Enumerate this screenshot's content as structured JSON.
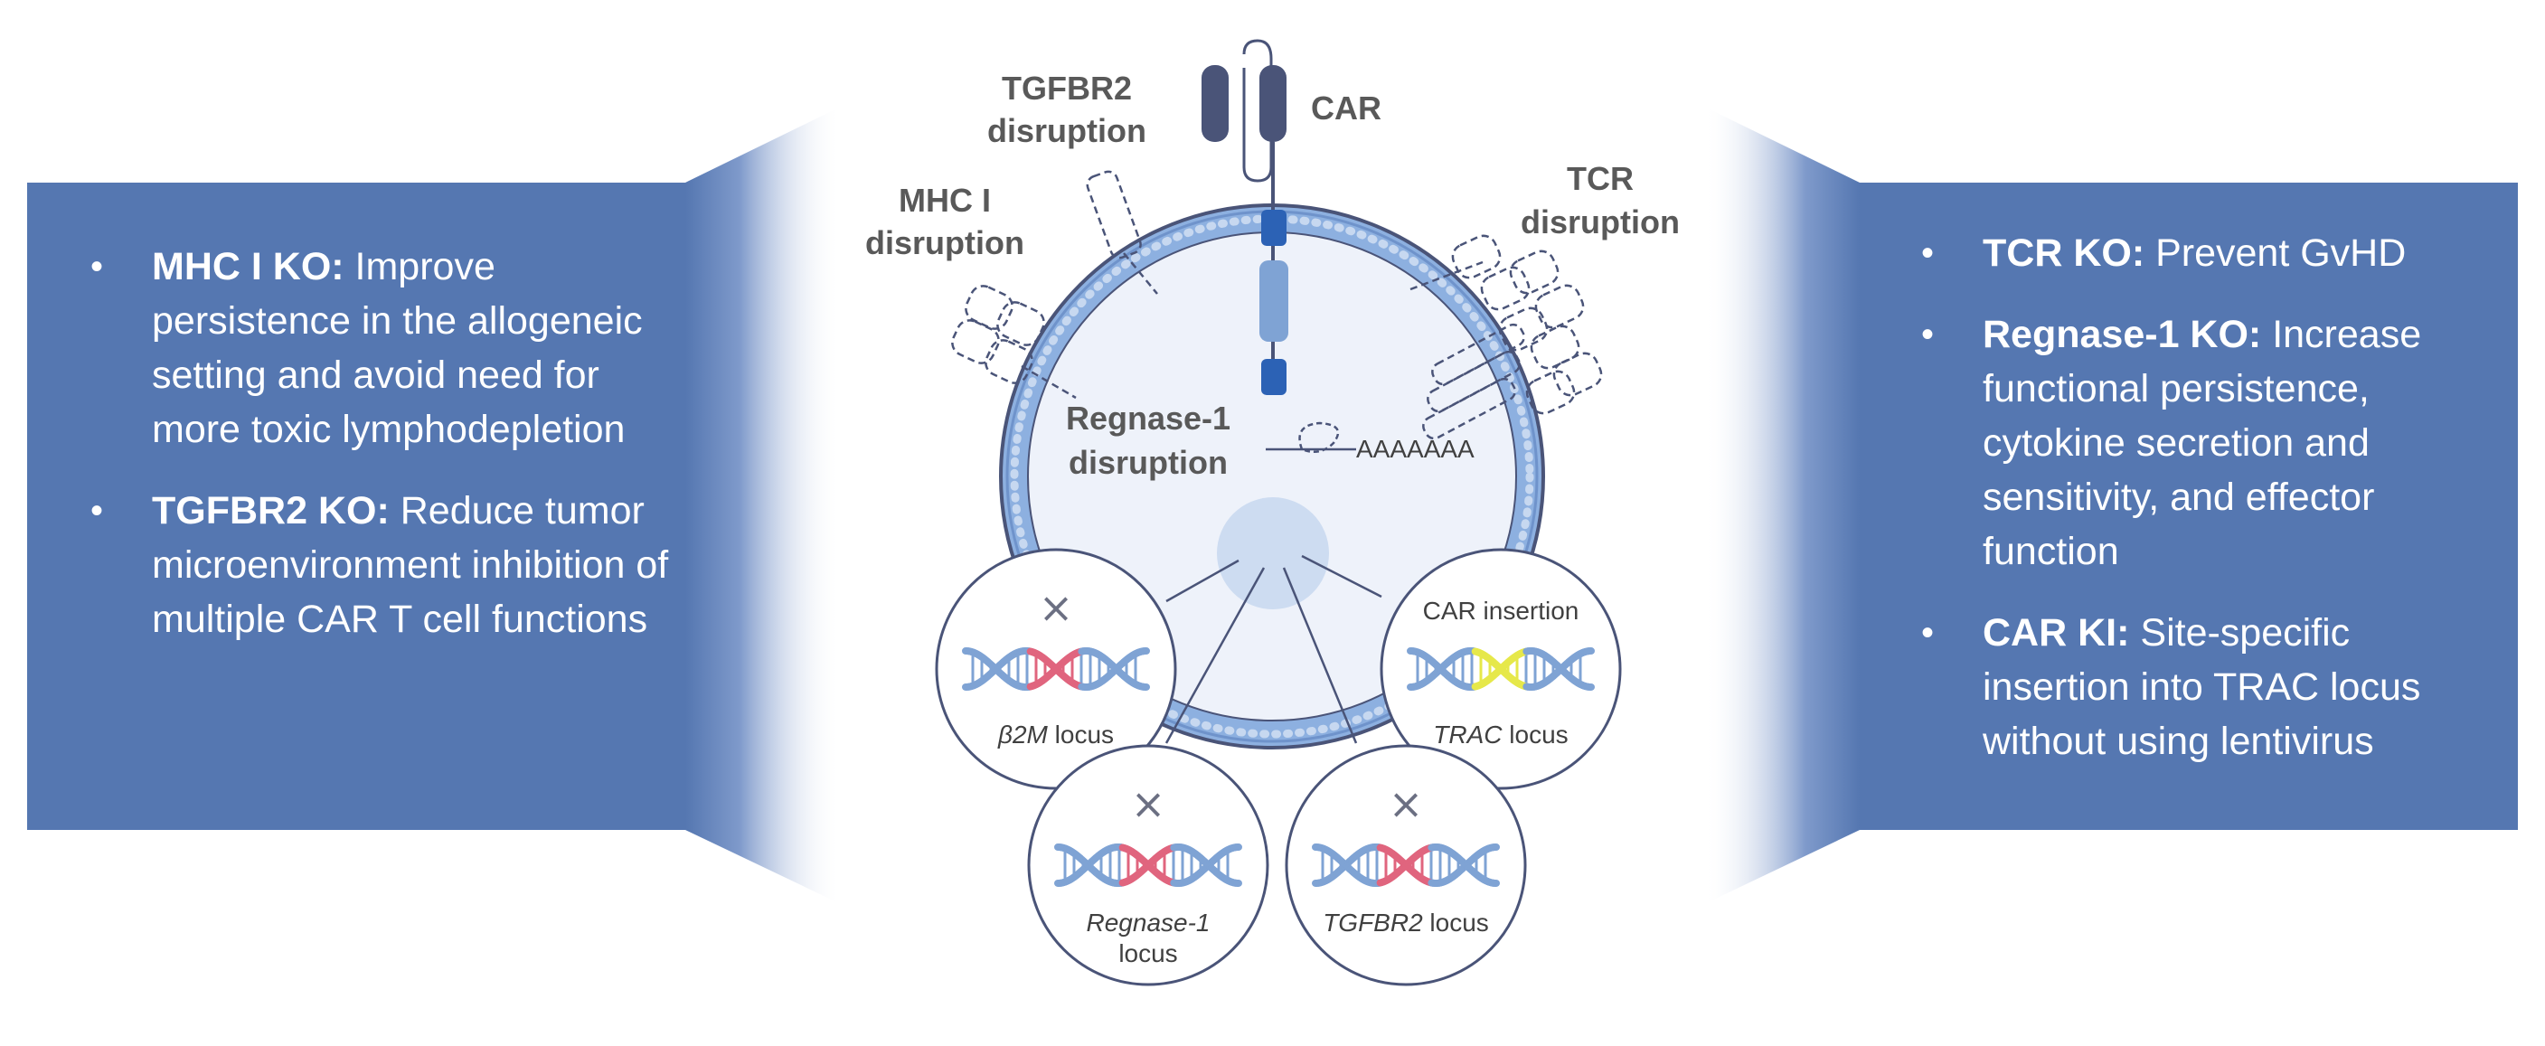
{
  "colors": {
    "panel_blue": "#5577b1",
    "cell_ring": "#8db0e0",
    "cell_fill": "#eef2fa",
    "car_dark": "#4a5478",
    "car_blue": "#2c62b5",
    "dna_blue": "#7fa3d4",
    "dna_red": "#e0657e",
    "dna_yellow": "#e6e84a",
    "label_gray": "#595959"
  },
  "left_panel": {
    "items": [
      {
        "bold": "MHC I KO:",
        "text": " Improve persistence in the allogeneic setting and avoid need for more toxic lymphodepletion"
      },
      {
        "bold": "TGFBR2 KO:",
        "text": " Reduce tumor microenvironment inhibition of multiple CAR T cell functions"
      }
    ]
  },
  "right_panel": {
    "items": [
      {
        "bold": "TCR KO:",
        "text": " Prevent GvHD"
      },
      {
        "bold": "Regnase-1 KO:",
        "text": " Increase functional persistence, cytokine secretion and sensitivity, and effector function"
      },
      {
        "bold": "CAR KI:",
        "text": " Site-specific insertion into TRAC locus without using lentivirus"
      }
    ]
  },
  "labels": {
    "car": "CAR",
    "tgfbr2_line1": "TGFBR2",
    "tgfbr2_line2": "disruption",
    "mhc_line1": "MHC I",
    "mhc_line2": "disruption",
    "tcr_line1": "TCR",
    "tcr_line2": "disruption",
    "regnase_line1": "Regnase-1",
    "regnase_line2": "disruption",
    "polya": "AAAAAAA"
  },
  "loci": {
    "b2m": {
      "name": "β2M",
      "suffix": " locus",
      "mark": "×"
    },
    "trac": {
      "top": "CAR insertion",
      "name": "TRAC",
      "suffix": " locus"
    },
    "regnase": {
      "name": "Regnase-1",
      "line2": "locus",
      "mark": "×"
    },
    "tgfbr2": {
      "name": "TGFBR2",
      "suffix": " locus",
      "mark": "×"
    }
  }
}
